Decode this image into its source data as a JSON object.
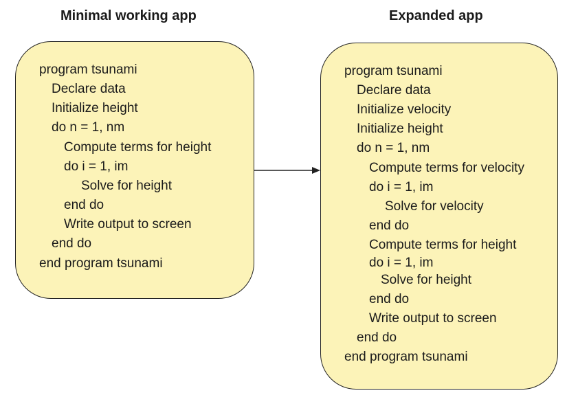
{
  "left_panel": {
    "title": "Minimal working app",
    "lines": [
      "program tsunami",
      "Declare data",
      "Initialize height",
      "do n = 1, nm",
      "Compute terms for height",
      "do i = 1, im",
      "Solve for height",
      "end do",
      "Write output to screen",
      "end do",
      "end program tsunami"
    ]
  },
  "right_panel": {
    "title": "Expanded app",
    "lines": [
      "program tsunami",
      "Declare data",
      "Initialize velocity",
      "Initialize height",
      "do n = 1, nm",
      "Compute terms for velocity",
      "do i = 1, im",
      "Solve for velocity",
      "end do",
      "Compute terms for height",
      "do i = 1, im",
      "Solve for height",
      "end do",
      "Write output to screen",
      "end do",
      "end program tsunami"
    ]
  }
}
